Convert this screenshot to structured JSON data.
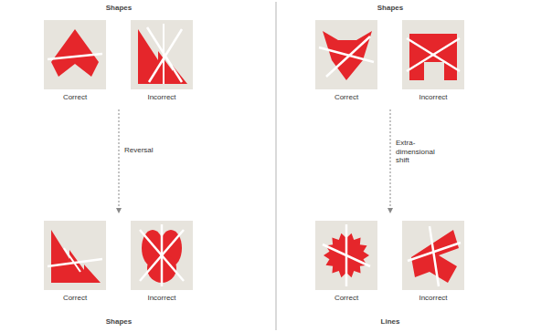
{
  "diagram": {
    "nodes": [
      {
        "text": [
          "Correct"
        ]
      },
      {
        "text": [
          "Incorrect"
        ]
      },
      {
        "text": [
          "Correct"
        ]
      },
      {
        "text": [
          "Incorrect"
        ]
      },
      {
        "text": [
          "Correct"
        ]
      },
      {
        "text": [
          "Incorrect"
        ]
      },
      {
        "text": [
          "Correct"
        ]
      },
      {
        "text": [
          "Incorrect"
        ]
      }
    ],
    "labels": [
      "Shapes",
      "Shapes",
      "Reversal",
      "Extra-dimensional shift",
      "Shapes",
      "Lines"
    ]
  }
}
